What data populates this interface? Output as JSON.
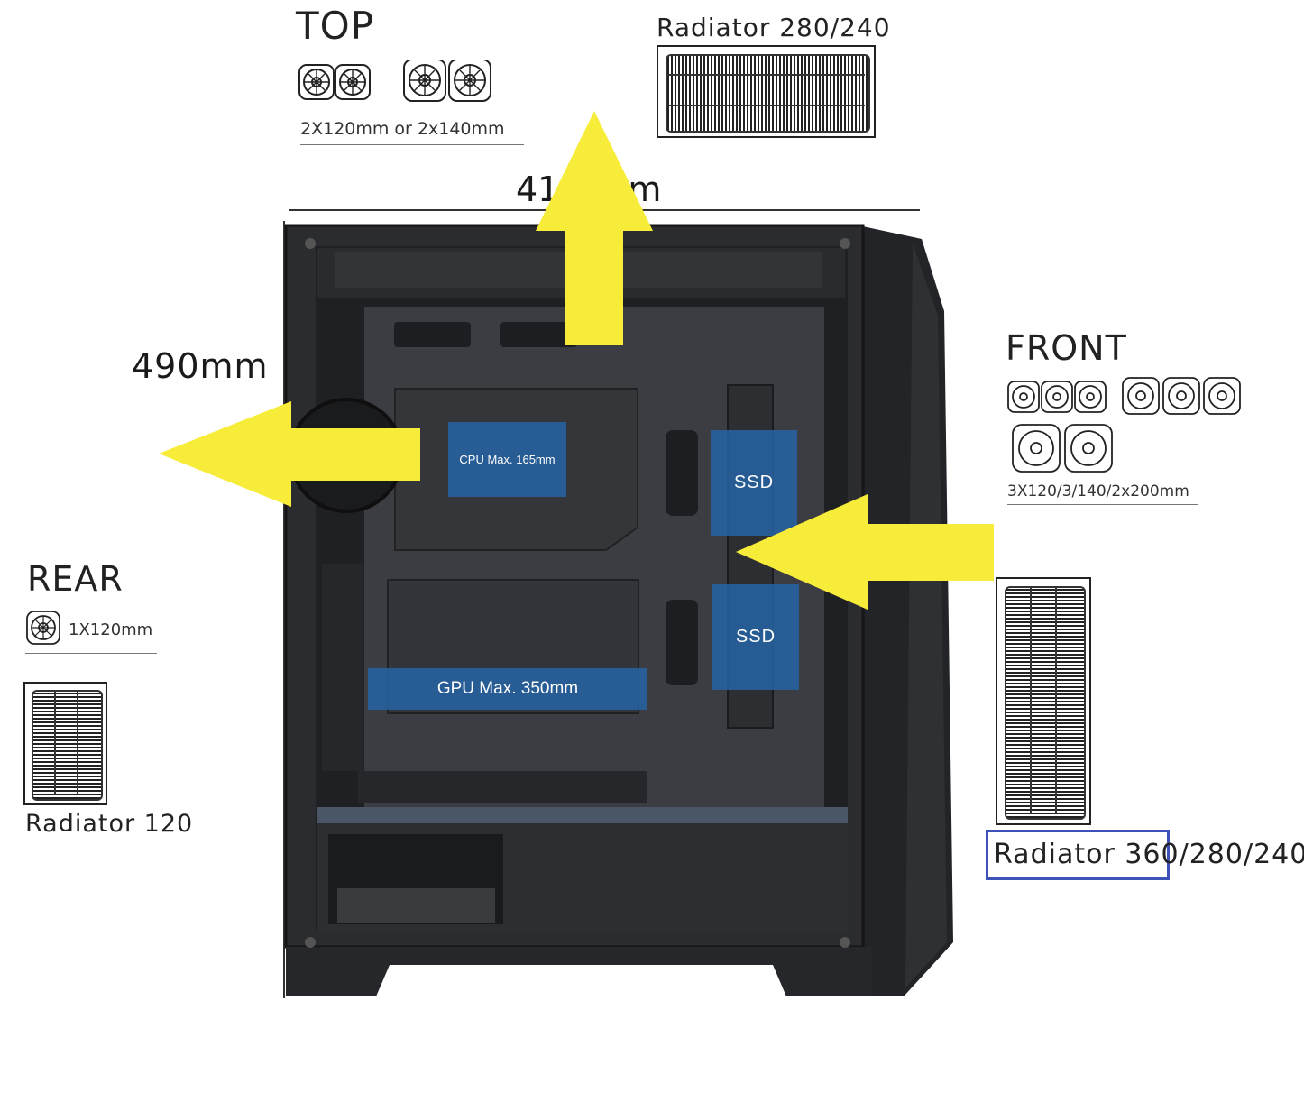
{
  "top": {
    "title": "TOP",
    "spec": "2X120mm or 2x140mm"
  },
  "top_radiator": {
    "label": "Radiator 280/240"
  },
  "width_dim": {
    "label": "41  m"
  },
  "height_dim": {
    "label": "490mm"
  },
  "front": {
    "title": "FRONT",
    "spec": "3X120/3/140/2x200mm"
  },
  "front_radiator": {
    "label_highlight": "Radiator 360",
    "label_rest": "/280/240"
  },
  "rear": {
    "title": "REAR",
    "spec": "1X120mm"
  },
  "rear_radiator": {
    "label": "Radiator 120"
  },
  "zones": {
    "cpu": "CPU Max. 165mm",
    "gpu": "GPU Max. 350mm",
    "ssd1": "SSD",
    "ssd2": "SSD"
  },
  "colors": {
    "arrow": "#f8ec3a",
    "zone": "#2562a0",
    "highlight": "#3d52b8",
    "case": "#2a2b2e"
  }
}
